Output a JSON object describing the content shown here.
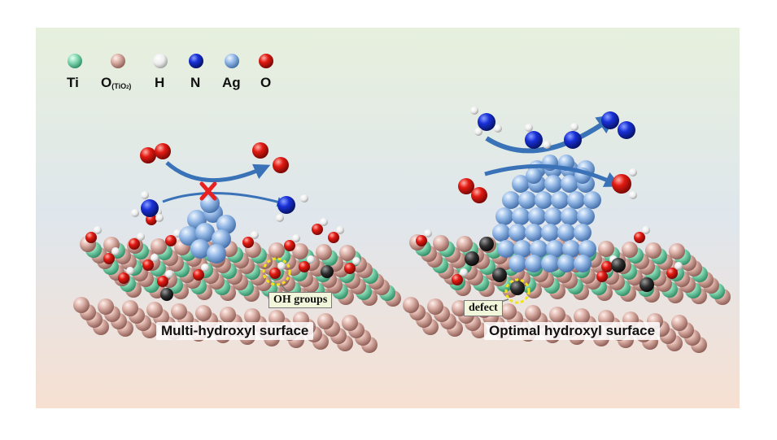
{
  "legend": {
    "items": [
      {
        "key": "ti",
        "label": "Ti",
        "color": "#7fd6b0"
      },
      {
        "key": "o_tio2",
        "label": "O",
        "sub": "(TiO",
        "sub2": "2",
        "sub3": ")",
        "color": "#d7aaa0"
      },
      {
        "key": "h",
        "label": "H",
        "color": "#f4f4f4"
      },
      {
        "key": "n",
        "label": "N",
        "color": "#1426c8"
      },
      {
        "key": "ag",
        "label": "Ag",
        "color": "#8fb4e4"
      },
      {
        "key": "o",
        "label": "O",
        "color": "#e01616"
      }
    ]
  },
  "left_panel": {
    "surface_label": "Multi-hydroxyl surface",
    "callout_label": "OH groups"
  },
  "right_panel": {
    "surface_label": "Optimal hydroxyl surface",
    "callout_label": "defect"
  },
  "colors": {
    "bg_top": "#e6efdc",
    "bg_mid": "#dde4ea",
    "bg_bottom": "#f6e0d2",
    "arrow": "#3a72b8",
    "cross": "#e82020",
    "highlight": "#f2e31a"
  }
}
